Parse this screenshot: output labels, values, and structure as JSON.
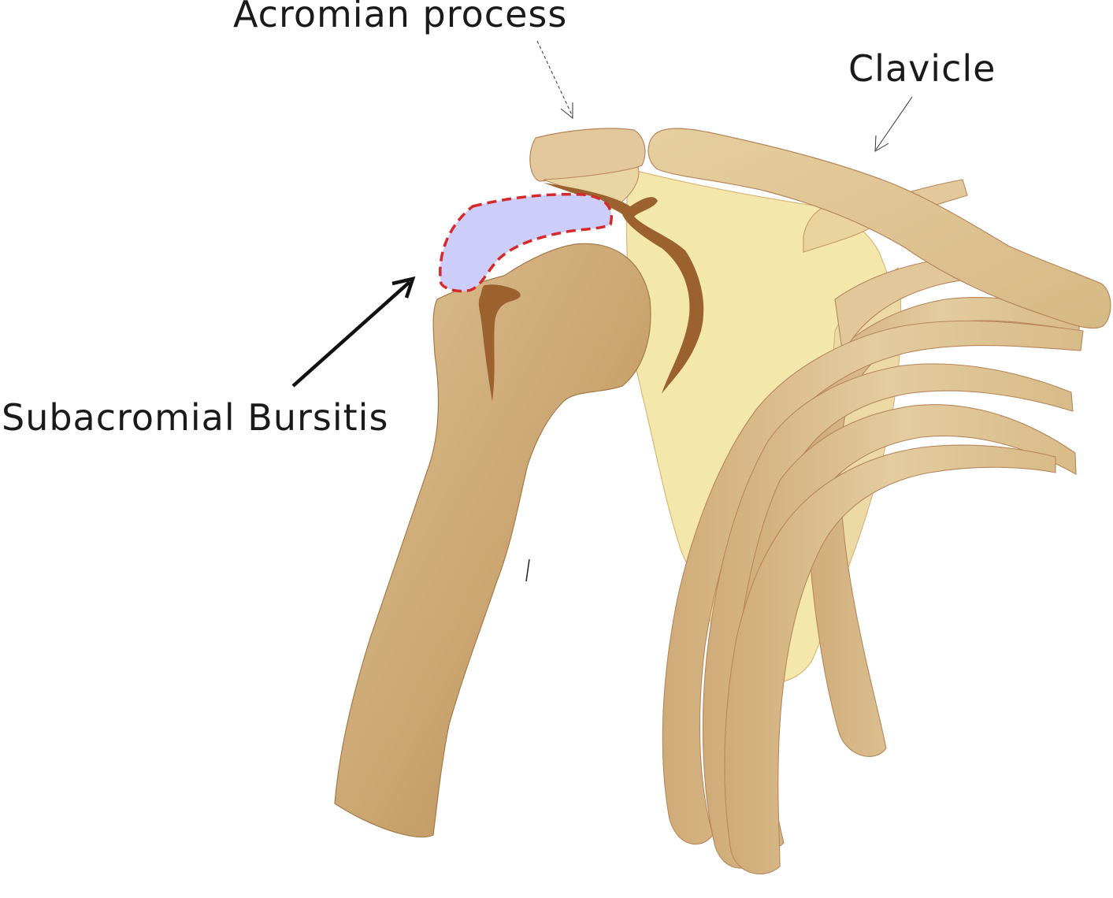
{
  "labels": {
    "acromion": "Acromian process",
    "clavicle": "Clavicle",
    "bursitis": "Subacromial Bursitis"
  },
  "colors": {
    "bone_light": "#e2c89a",
    "bone_mid": "#d3b282",
    "bone_dark": "#b88a54",
    "scapula": "#f4e7ab",
    "cartilage": "#9b6230",
    "bursa_fill": "#cccdf8",
    "bursa_outline": "#d62a2a",
    "text": "#1a1a1a"
  }
}
